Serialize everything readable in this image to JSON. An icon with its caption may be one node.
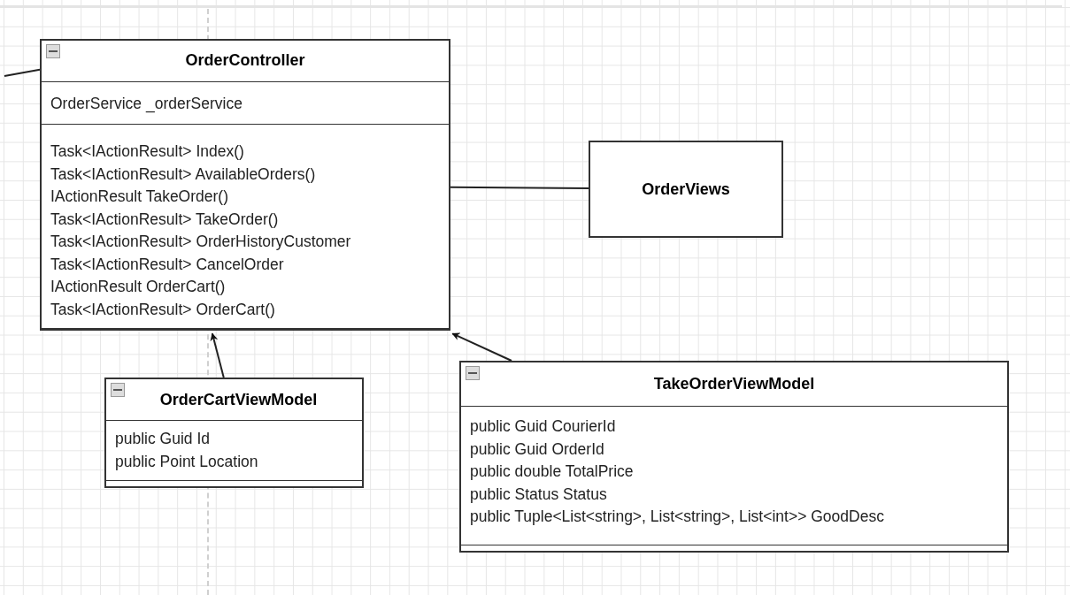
{
  "diagram": {
    "nodes": [
      {
        "text": [
          "OrderController",
          "OrderService _orderService",
          "Task<IActionResult> Index()",
          "Task<IActionResult> AvailableOrders()",
          "IActionResult TakeOrder()",
          "Task<IActionResult> TakeOrder()",
          "Task<IActionResult> OrderHistoryCustomer",
          "Task<IActionResult> CancelOrder",
          "IActionResult OrderCart()",
          "Task<IActionResult> OrderCart()"
        ]
      },
      {
        "text": [
          "OrderViews"
        ]
      },
      {
        "text": [
          "OrderCartViewModel",
          "public Guid Id",
          "public Point Location"
        ]
      },
      {
        "text": [
          "TakeOrderViewModel",
          "public Guid CourierId",
          "public Guid OrderId",
          "public double TotalPrice",
          "public Status Status",
          "public Tuple<List<string>, List<string>, List<int>> GoodDesc"
        ]
      }
    ],
    "edges": [
      {
        "from": null,
        "to": 0,
        "arrow": "none"
      },
      {
        "from": 0,
        "to": 1,
        "arrow": "none"
      },
      {
        "from": 2,
        "to": 0,
        "arrow": "to"
      },
      {
        "from": 3,
        "to": 0,
        "arrow": "to"
      }
    ]
  }
}
